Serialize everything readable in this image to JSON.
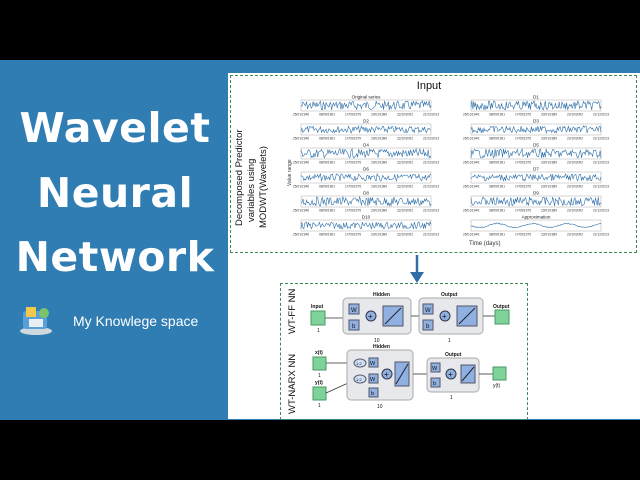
{
  "slide": {
    "title_lines": [
      "Wavelet",
      "Neural",
      "Network"
    ],
    "brand_text": "My Knowlege space"
  },
  "figure": {
    "input_title": "Input",
    "side_label_lines": [
      "Decomposed Predictor",
      "variables using",
      "MODWT(Wavelets)"
    ],
    "y_axis_label": "Value range",
    "x_axis_label": "Time (days)",
    "left_panels": [
      "Original series",
      "D2",
      "D4",
      "D6",
      "D8",
      "D10"
    ],
    "right_panels": [
      "D1",
      "D3",
      "D5",
      "D7",
      "D9",
      "Approximation"
    ],
    "date_ticks": [
      "25/01/1946",
      "08/09/1961",
      "17/05/1975",
      "23/01/1989",
      "22/10/2002",
      "21/12/2013"
    ]
  },
  "networks": {
    "ff": {
      "label": "WT-FF NN",
      "input_label": "Input",
      "input_size": "1",
      "hidden_label": "Hidden",
      "hidden_size": "10",
      "output_label": "Output",
      "output_size": "1",
      "output_block_label": "Output",
      "w": "W",
      "b": "b"
    },
    "narx": {
      "label": "WT-NARX NN",
      "x_input": "x(t)",
      "y_input": "y(t)",
      "x_size": "1",
      "y_size": "1",
      "hidden_label": "Hidden",
      "hidden_size": "10",
      "output_label": "Output",
      "output_size": "1",
      "output_name": "y(t)",
      "delay": "1:2",
      "w": "W",
      "b": "b"
    }
  },
  "colors": {
    "background": "#2f7db3",
    "signal": "#2e6fa8",
    "dash_border": "#3a8a5a",
    "arrow": "#2f6ea8",
    "block": "#8fb0e0",
    "io_block": "#7fd39a"
  }
}
